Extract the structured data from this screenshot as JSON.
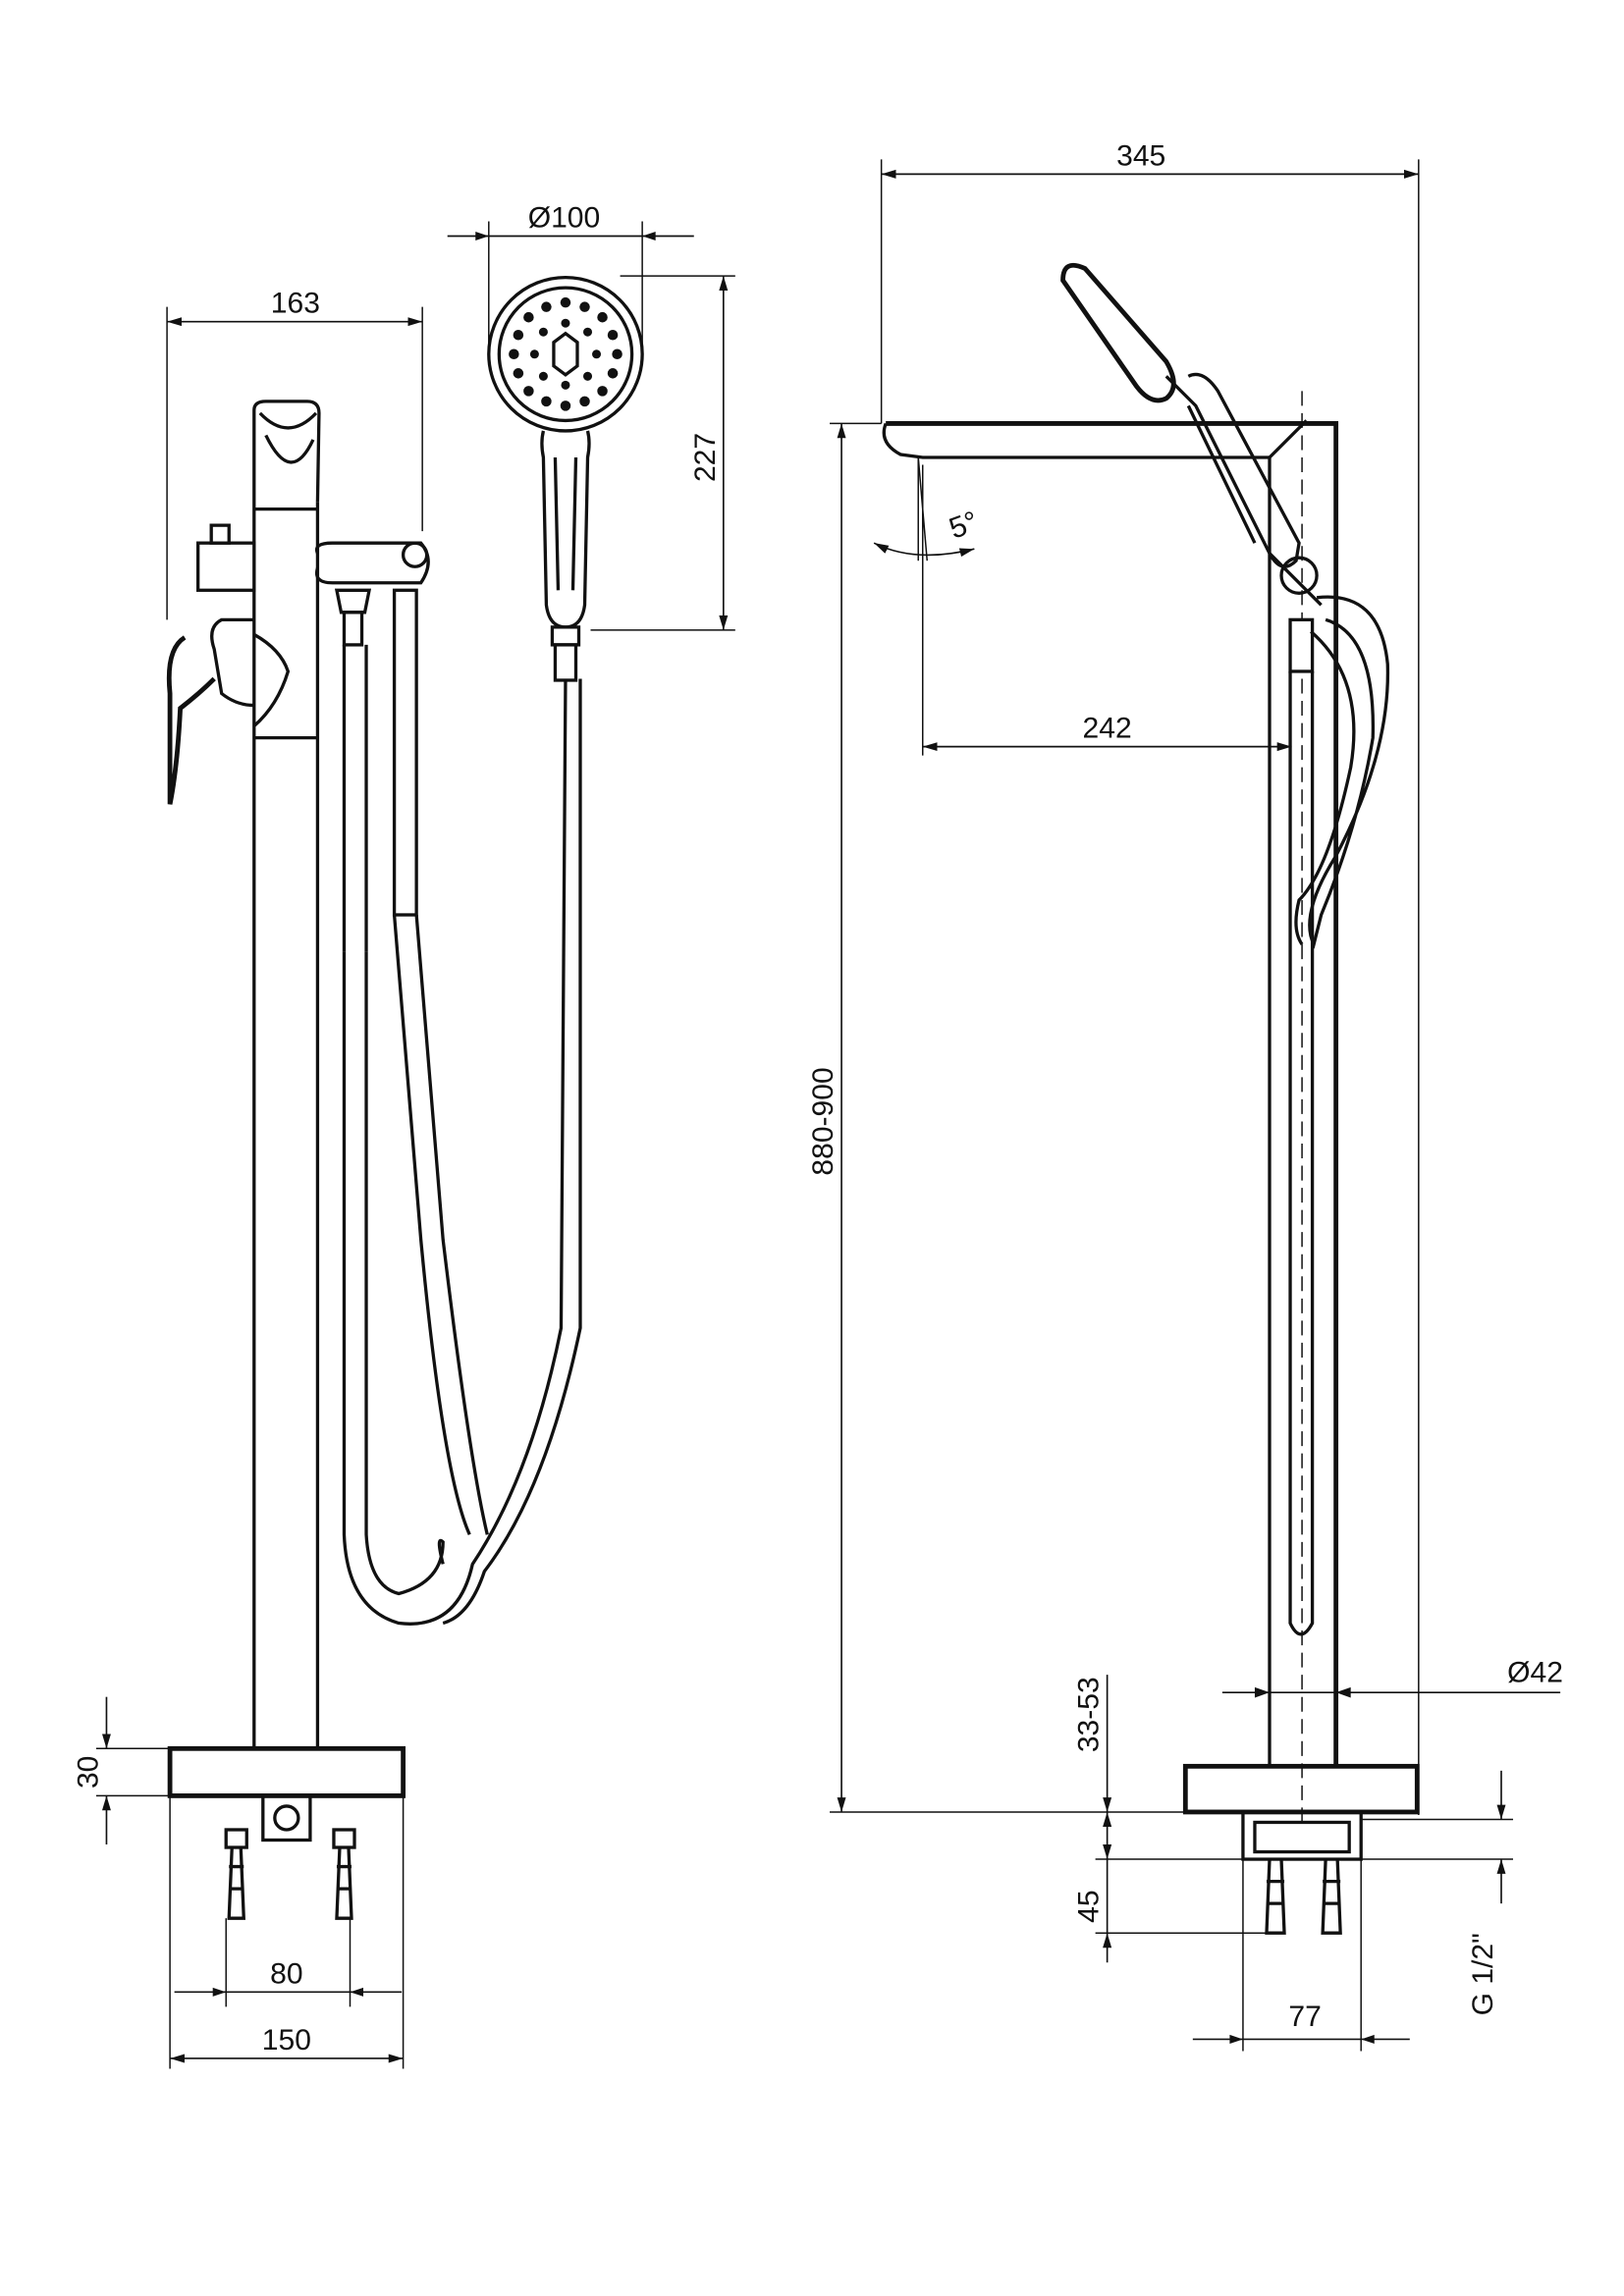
{
  "drawing": {
    "front_view": {
      "dimensions": {
        "width_total": "163",
        "handshower_diameter": "Ø100",
        "handshower_height": "227",
        "base_height": "30",
        "foot_spacing": "80",
        "base_width": "150"
      }
    },
    "side_view": {
      "dimensions": {
        "projection_total": "345",
        "spout_angle": "5°",
        "spout_reach": "242",
        "height": "880-900",
        "column_diameter": "Ø42",
        "floor_adjust": "33-53",
        "connection_depth": "45",
        "thread": "G 1/2\"",
        "connection_spacing": "77"
      }
    }
  }
}
